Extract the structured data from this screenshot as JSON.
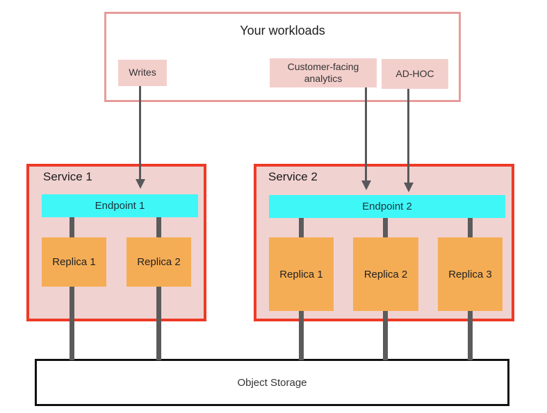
{
  "colors": {
    "workloads_border": "#e69c9b",
    "chip_bg": "#f3cfcc",
    "service_border": "#ee3a26",
    "service_bg": "#f0d2d1",
    "endpoint_bg": "#40f7f8",
    "replica_bg": "#f5ad55",
    "connector": "#5b5b5b",
    "arrow": "#58585a",
    "storage_border": "#111111",
    "text_dark": "#303030"
  },
  "workloads": {
    "title": "Your workloads",
    "items": [
      {
        "label": "Writes"
      },
      {
        "label": "Customer-facing analytics"
      },
      {
        "label": "AD-HOC"
      }
    ]
  },
  "services": [
    {
      "title": "Service 1",
      "endpoint_label": "Endpoint 1",
      "replicas": [
        {
          "label": "Replica 1"
        },
        {
          "label": "Replica 2"
        }
      ]
    },
    {
      "title": "Service 2",
      "endpoint_label": "Endpoint 2",
      "replicas": [
        {
          "label": "Replica 1"
        },
        {
          "label": "Replica 2"
        },
        {
          "label": "Replica 3"
        }
      ]
    }
  ],
  "storage": {
    "label": "Object Storage"
  }
}
